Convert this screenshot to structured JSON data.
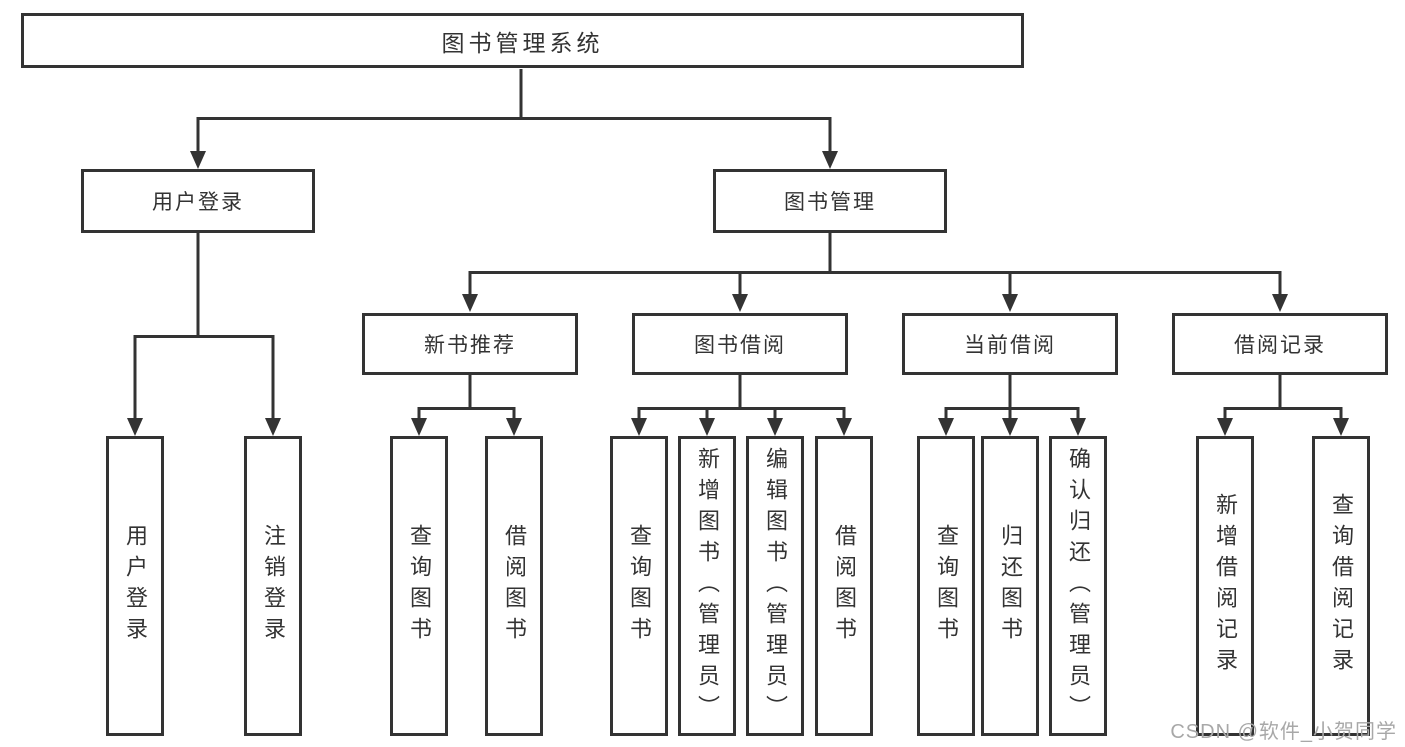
{
  "colors": {
    "line": "#333333",
    "text": "#333333",
    "watermark": "#a8a8a8",
    "background": "#ffffff"
  },
  "tree": {
    "root": "图书管理系统",
    "children": [
      {
        "label": "用户登录",
        "children": [
          "用户登录",
          "注销登录"
        ]
      },
      {
        "label": "图书管理",
        "children": [
          {
            "label": "新书推荐",
            "children": [
              "查询图书",
              "借阅图书"
            ]
          },
          {
            "label": "图书借阅",
            "children": [
              "查询图书",
              "新增图书（管理员）",
              "编辑图书（管理员）",
              "借阅图书"
            ]
          },
          {
            "label": "当前借阅",
            "children": [
              "查询图书",
              "归还图书",
              "确认归还（管理员）"
            ]
          },
          {
            "label": "借阅记录",
            "children": [
              "新增借阅记录",
              "查询借阅记录"
            ]
          }
        ]
      }
    ]
  },
  "watermark": "CSDN @软件_小贺同学"
}
